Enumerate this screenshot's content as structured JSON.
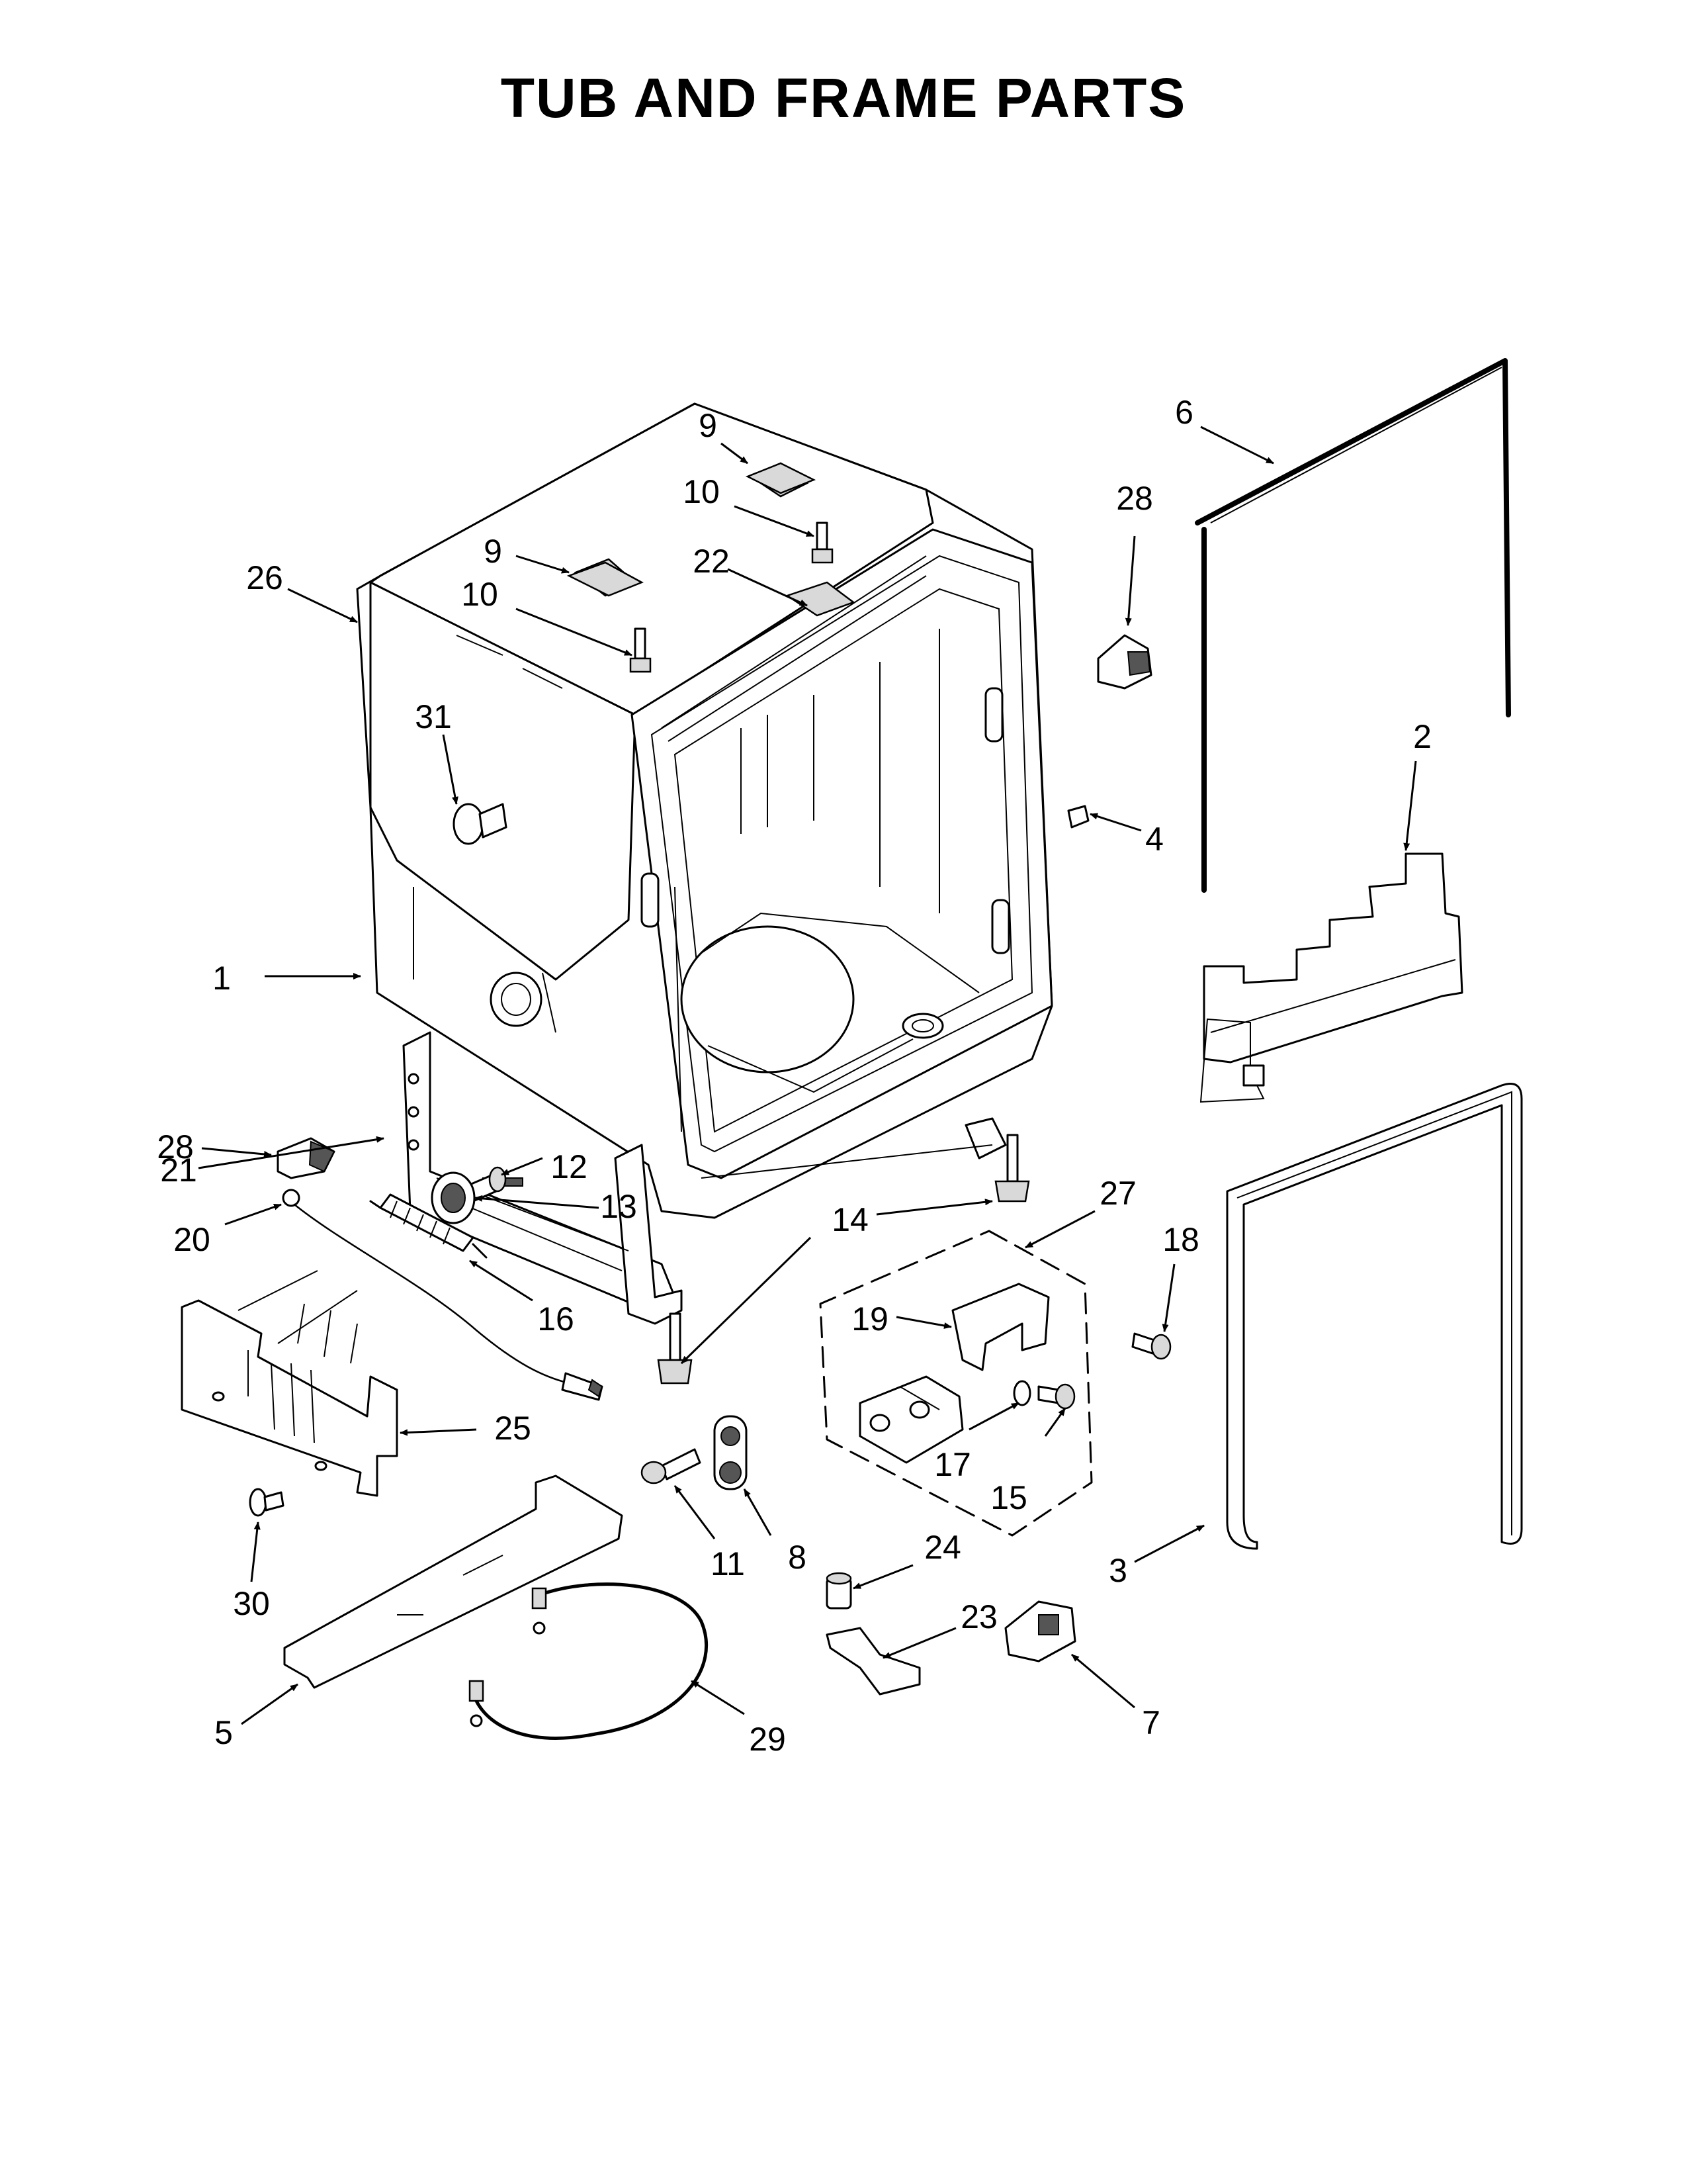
{
  "title": "TUB AND FRAME PARTS",
  "callouts": [
    "1",
    "2",
    "3",
    "4",
    "5",
    "6",
    "7",
    "8",
    "9",
    "9",
    "10",
    "10",
    "11",
    "12",
    "13",
    "14",
    "15",
    "16",
    "17",
    "18",
    "19",
    "20",
    "21",
    "22",
    "23",
    "24",
    "25",
    "26",
    "27",
    "28",
    "28",
    "29",
    "30",
    "31"
  ]
}
